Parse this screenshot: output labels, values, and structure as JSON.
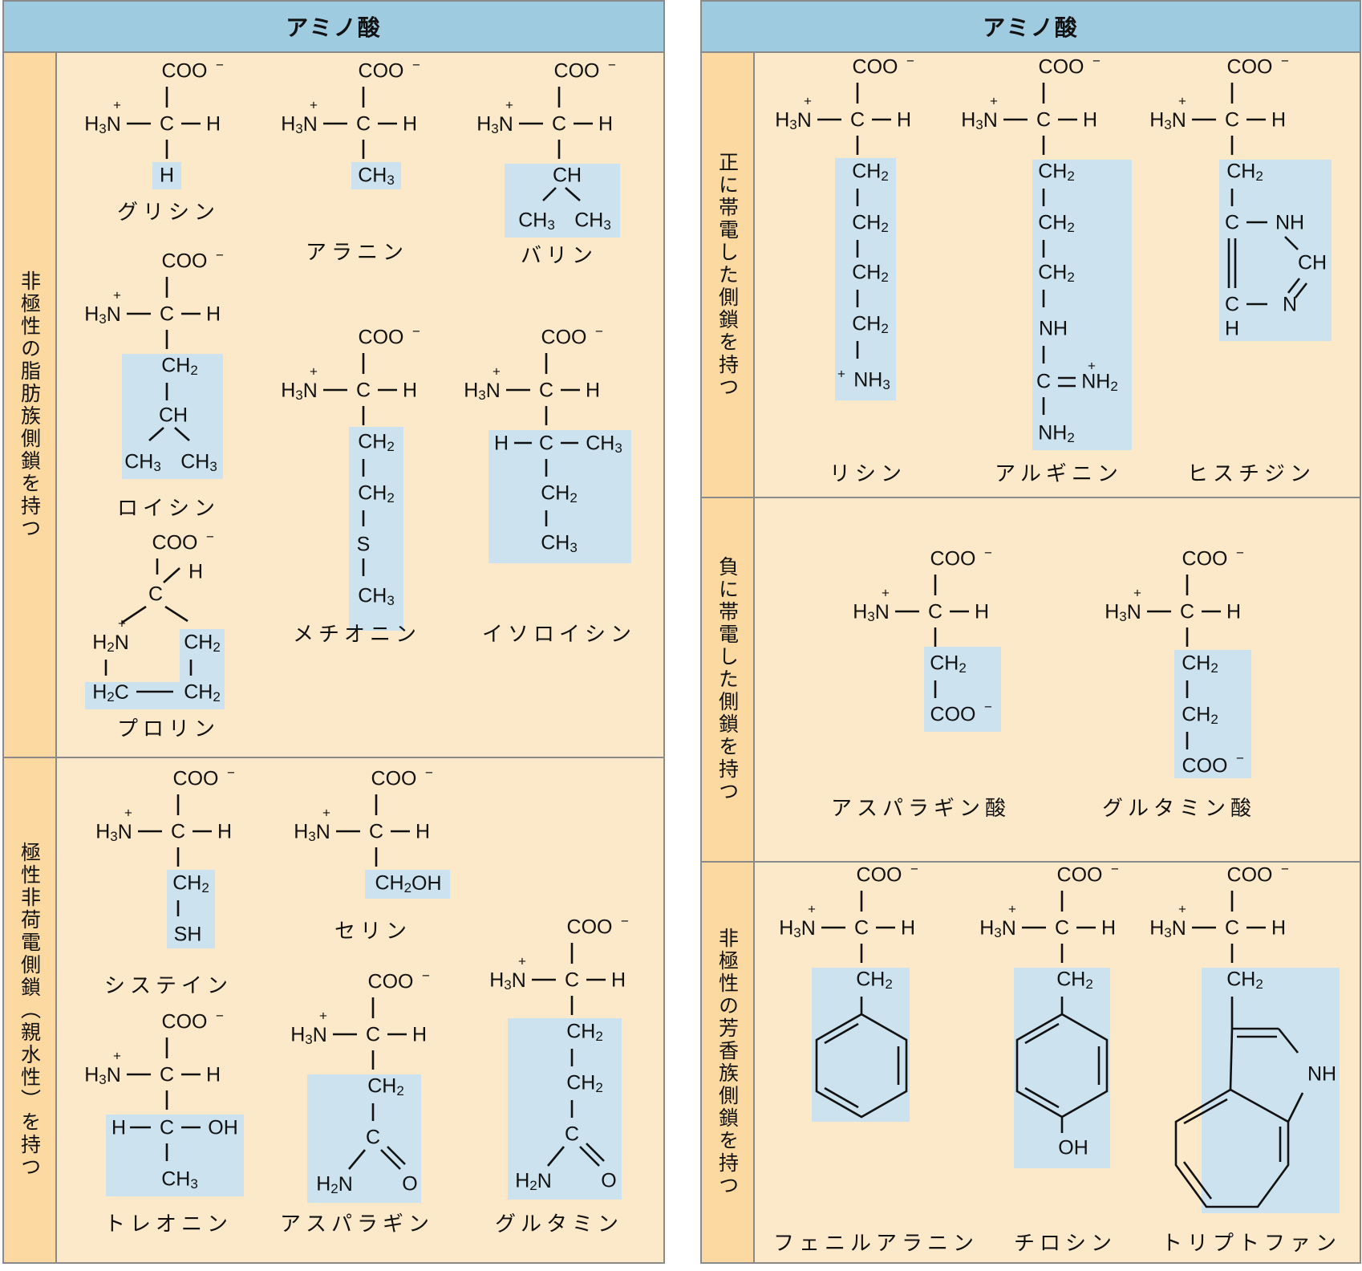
{
  "left_panel": {
    "header": "アミノ酸",
    "groups": [
      {
        "label": "非極性の脂肪族側鎖を持つ"
      },
      {
        "label": "極性非荷電側鎖（親水性）を持つ"
      }
    ]
  },
  "right_panel": {
    "header": "アミノ酸",
    "groups": [
      {
        "label": "正に帯電した側鎖を持つ"
      },
      {
        "label": "負に帯電した側鎖を持つ"
      },
      {
        "label": "非極性の芳香族側鎖を持つ"
      }
    ]
  },
  "amino_acids": {
    "glycine": "グリシン",
    "alanine": "アラニン",
    "valine": "バリン",
    "leucine": "ロイシン",
    "methionine": "メチオニン",
    "isoleucine": "イソロイシン",
    "proline": "プロリン",
    "cysteine": "システイン",
    "serine": "セリン",
    "threonine": "トレオニン",
    "asparagine": "アスパラギン",
    "glutamine": "グルタミン",
    "lysine": "リシン",
    "arginine": "アルギニン",
    "histidine": "ヒスチジン",
    "aspartic_acid": "アスパラギン酸",
    "glutamic_acid": "グルタミン酸",
    "phenylalanine": "フェニルアラニン",
    "tyrosine": "チロシン",
    "tryptophan": "トリプトファン"
  },
  "formula": {
    "carboxylate": "COO",
    "minus": "−",
    "amino": "H",
    "amino_sub": "3",
    "amino_N": "N",
    "plus": "+",
    "alpha_c": "C",
    "hydrogen": "H"
  }
}
